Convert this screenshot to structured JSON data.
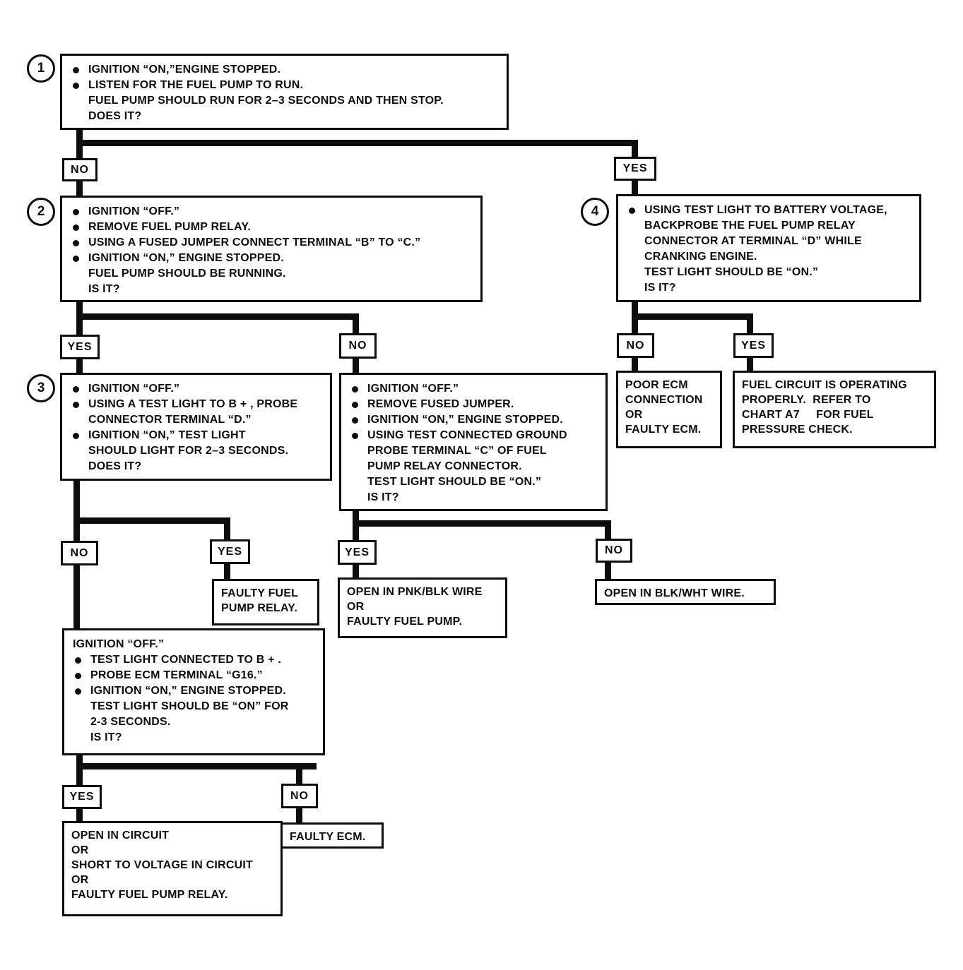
{
  "labels": {
    "yes": "YES",
    "no": "NO"
  },
  "steps": {
    "step1": {
      "badge": "1",
      "lines": [
        "IGNITION “ON,”ENGINE STOPPED.",
        "LISTEN FOR THE FUEL PUMP TO RUN.",
        "FUEL PUMP SHOULD RUN FOR 2–3 SECONDS AND THEN STOP.",
        "DOES IT?"
      ]
    },
    "step2": {
      "badge": "2",
      "lines": [
        "IGNITION “OFF.”",
        "REMOVE FUEL PUMP RELAY.",
        "USING A FUSED JUMPER CONNECT TERMINAL “B” TO “C.”",
        "IGNITION “ON,” ENGINE STOPPED.",
        "FUEL PUMP SHOULD BE RUNNING.",
        "IS IT?"
      ]
    },
    "step4": {
      "badge": "4",
      "lines": [
        "USING TEST LIGHT TO BATTERY VOLTAGE,",
        "BACKPROBE THE FUEL PUMP RELAY",
        "CONNECTOR AT TERMINAL “D” WHILE",
        "CRANKING ENGINE.",
        "TEST LIGHT SHOULD BE “ON.”",
        "IS IT?"
      ]
    },
    "step3": {
      "badge": "3",
      "lines": [
        "IGNITION “OFF.”",
        "USING A TEST LIGHT TO B + , PROBE",
        "CONNECTOR TERMINAL “D.”",
        "IGNITION “ON,” TEST LIGHT",
        "SHOULD LIGHT FOR 2–3 SECONDS.",
        "DOES IT?"
      ]
    },
    "step2no": {
      "lines": [
        "IGNITION “OFF.”",
        "REMOVE FUSED JUMPER.",
        "IGNITION “ON,” ENGINE STOPPED.",
        "USING TEST CONNECTED GROUND",
        "PROBE TERMINAL “C” OF FUEL",
        "PUMP RELAY CONNECTOR.",
        "TEST LIGHT SHOULD BE “ON.”",
        "IS IT?"
      ]
    },
    "step3no": {
      "lines": [
        "IGNITION “OFF.”",
        "TEST LIGHT CONNECTED TO B + .",
        "PROBE ECM TERMINAL “G16.”",
        "IGNITION “ON,” ENGINE STOPPED.",
        "TEST LIGHT SHOULD BE “ON” FOR",
        "2-3 SECONDS.",
        "IS IT?"
      ]
    }
  },
  "results": {
    "faulty_fuel_pump_relay": {
      "lines": [
        "FAULTY FUEL",
        "PUMP RELAY."
      ]
    },
    "open_pnk_blk": {
      "lines": [
        "OPEN IN PNK/BLK WIRE",
        "OR",
        "FAULTY FUEL PUMP."
      ]
    },
    "open_blk_wht": {
      "lines": [
        "OPEN IN BLK/WHT WIRE."
      ]
    },
    "poor_ecm": {
      "lines": [
        "POOR ECM",
        "CONNECTION",
        "OR",
        "FAULTY ECM."
      ]
    },
    "fuel_circuit_ok": {
      "lines": [
        "FUEL CIRCUIT IS OPERATING",
        "PROPERLY.  REFER TO",
        "CHART A7     FOR FUEL",
        "PRESSURE CHECK."
      ]
    },
    "open_circuit": {
      "lines": [
        "OPEN IN CIRCUIT",
        "OR",
        "SHORT TO VOLTAGE IN CIRCUIT",
        "OR",
        "FAULTY FUEL PUMP RELAY."
      ]
    },
    "faulty_ecm": {
      "lines": [
        "FAULTY ECM."
      ]
    }
  }
}
